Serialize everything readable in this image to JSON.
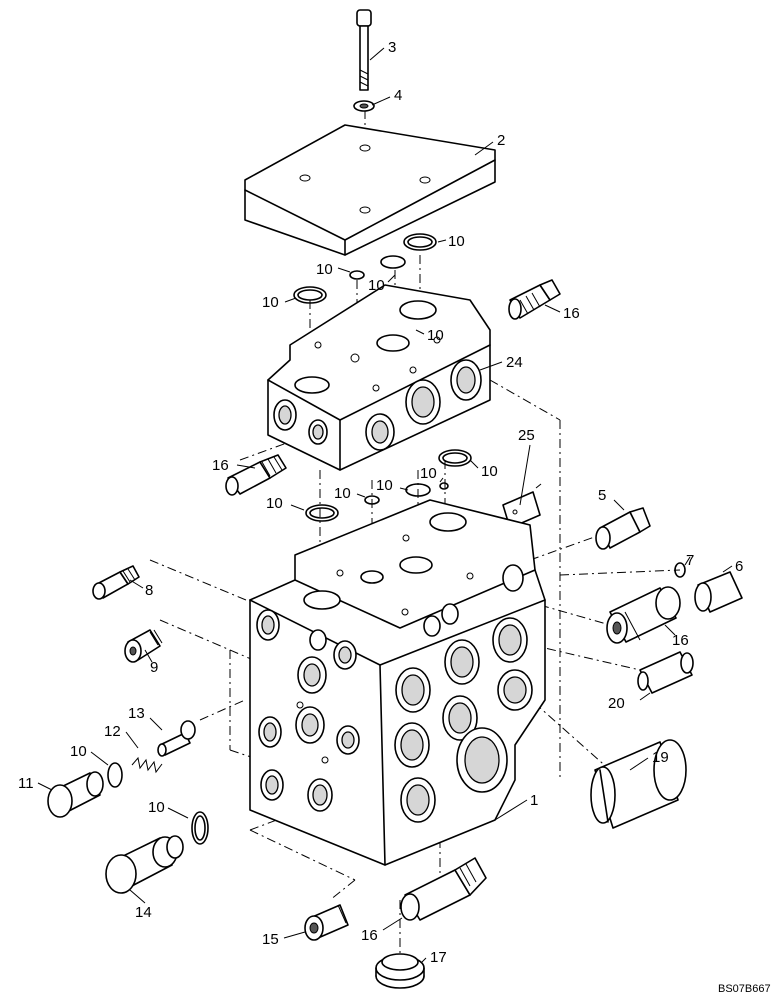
{
  "drawing_code": "BS07B667",
  "callouts": {
    "c1": "1",
    "c2": "2",
    "c3": "3",
    "c4": "4",
    "c5": "5",
    "c6": "6",
    "c7": "7",
    "c8": "8",
    "c9": "9",
    "c10a": "10",
    "c10b": "10",
    "c10c": "10",
    "c10d": "10",
    "c10e": "10",
    "c10f": "10",
    "c10g": "10",
    "c10h": "10",
    "c10i": "10",
    "c10j": "10",
    "c10k": "10",
    "c10l": "10",
    "c11": "11",
    "c12": "12",
    "c13": "13",
    "c14": "14",
    "c15": "15",
    "c16a": "16",
    "c16b": "16",
    "c16c": "16",
    "c16d": "16",
    "c17": "17",
    "c19": "19",
    "c20": "20",
    "c24": "24",
    "c25": "25"
  }
}
